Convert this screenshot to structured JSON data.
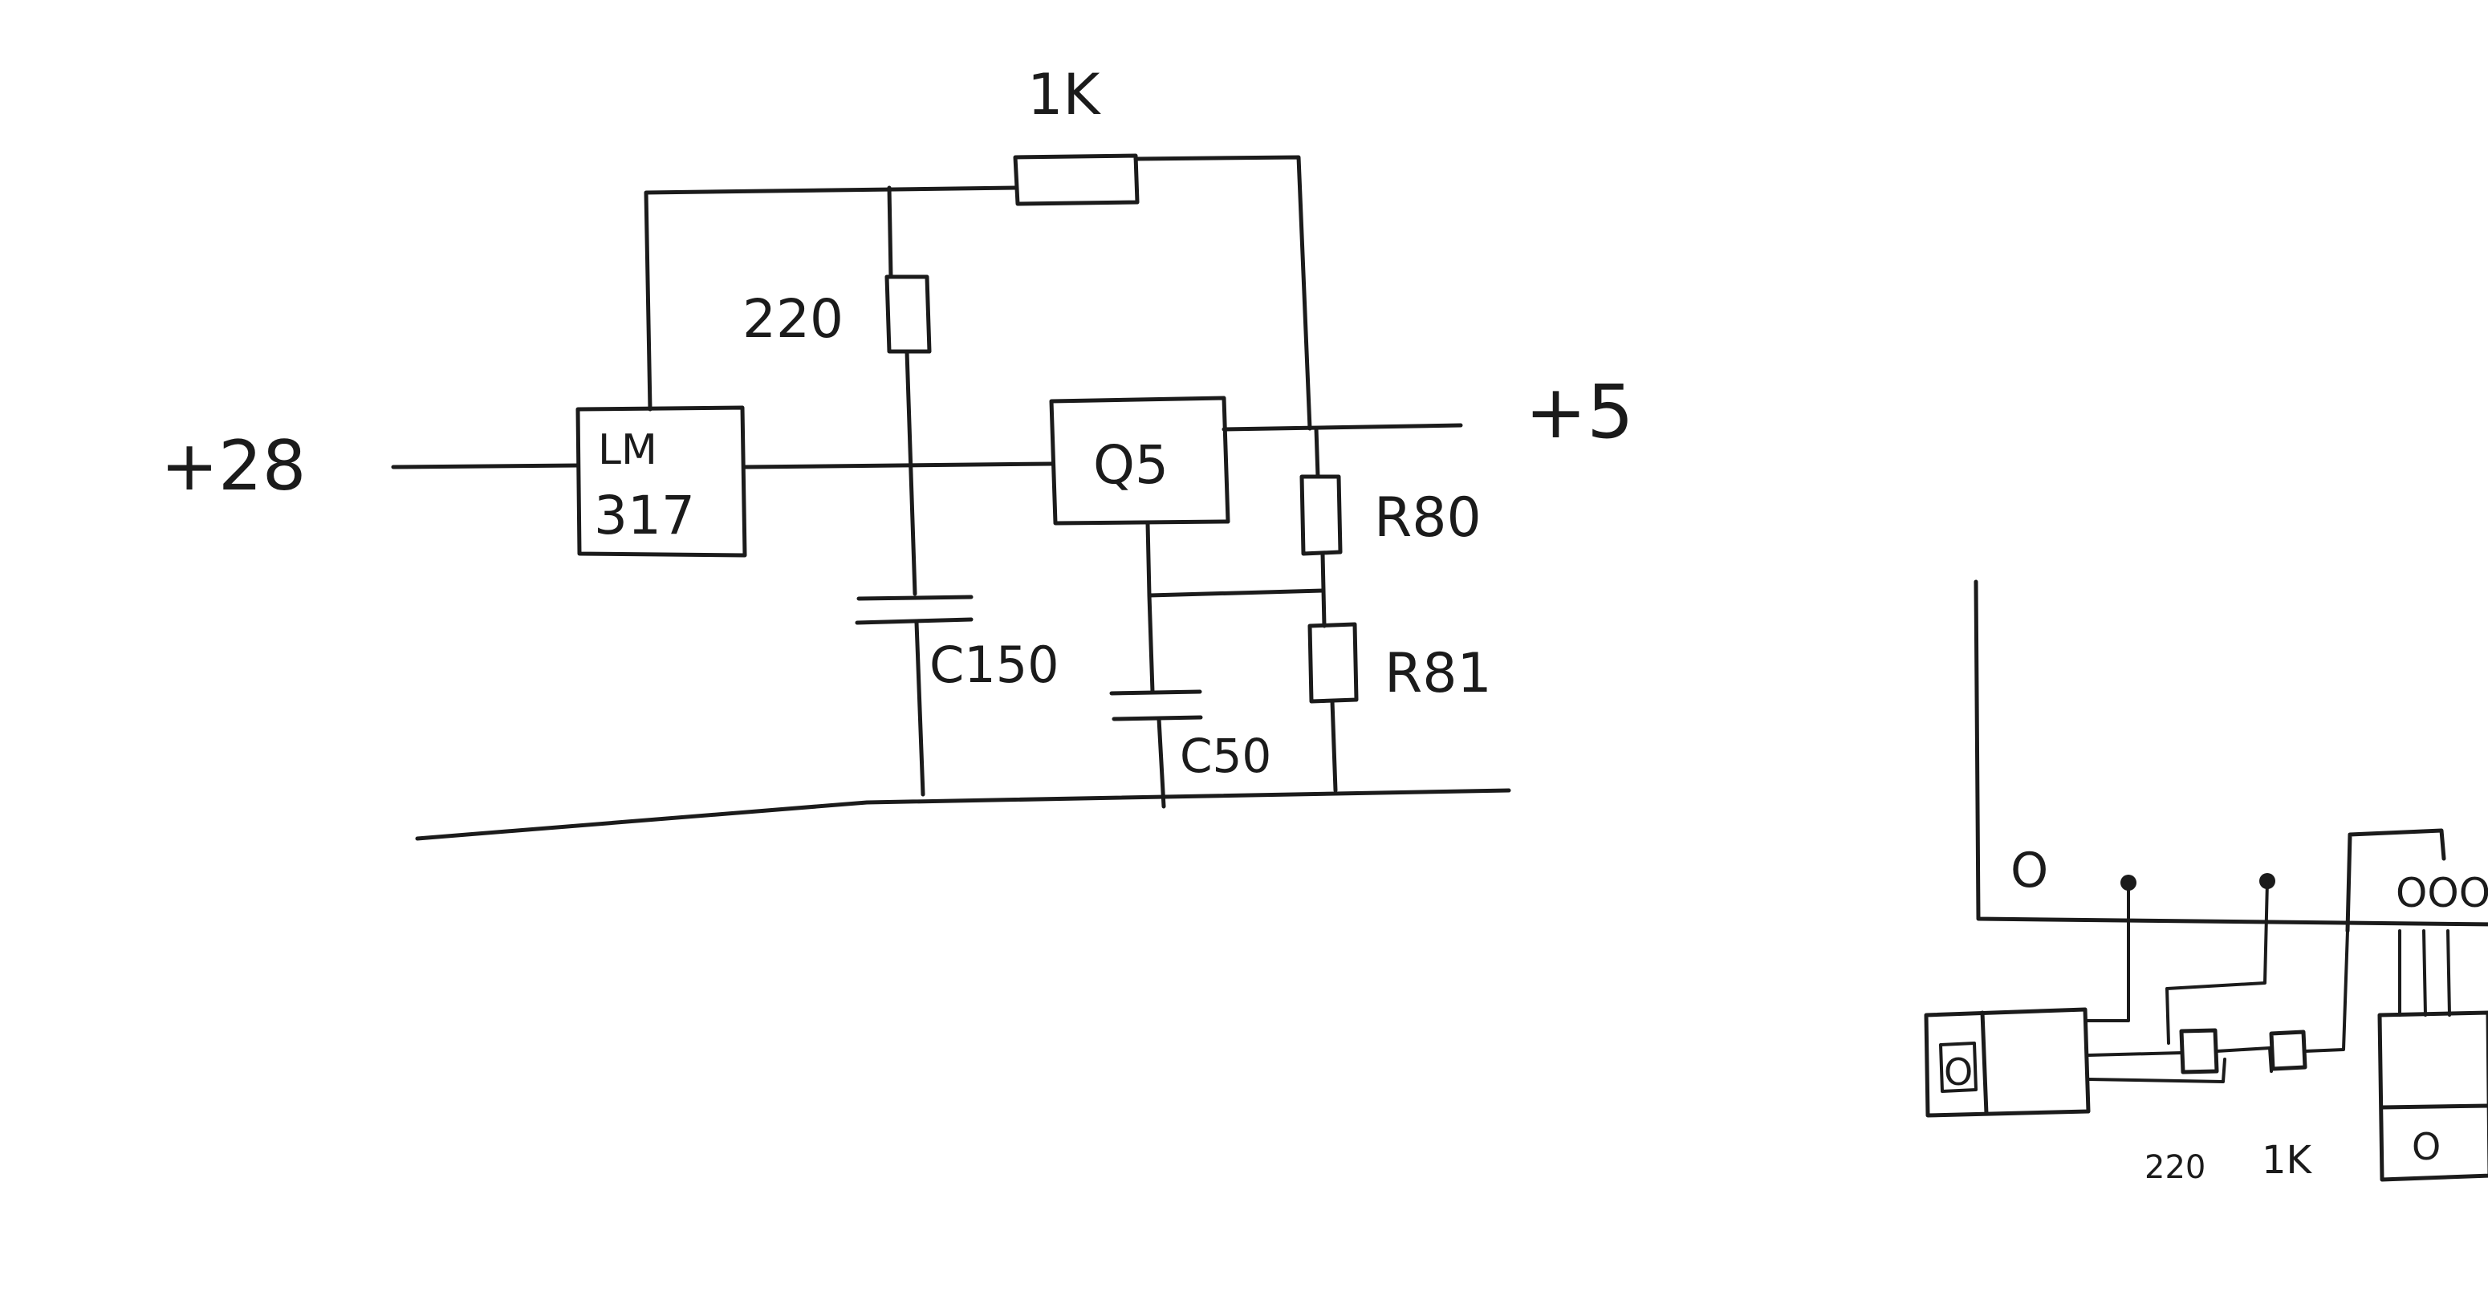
{
  "schematic": {
    "supply_in": "+28",
    "supply_out": "+5",
    "regulator": {
      "line1": "LM",
      "line2": "317"
    },
    "transistor": "Q5",
    "feedback_resistor": "1K",
    "bias_resistor": "220",
    "divider_top": "R80",
    "divider_bottom": "R81",
    "input_cap": "C150",
    "output_cap": "C50"
  },
  "layout_sketch": {
    "pad_label": "O",
    "pad_group": "OOO",
    "left_package_pin": "O",
    "right_package_pin": "O",
    "resistor_labels": [
      "220",
      "1K"
    ]
  },
  "colors": {
    "ink": "#1b1b1b",
    "paper": "#ffffff"
  }
}
